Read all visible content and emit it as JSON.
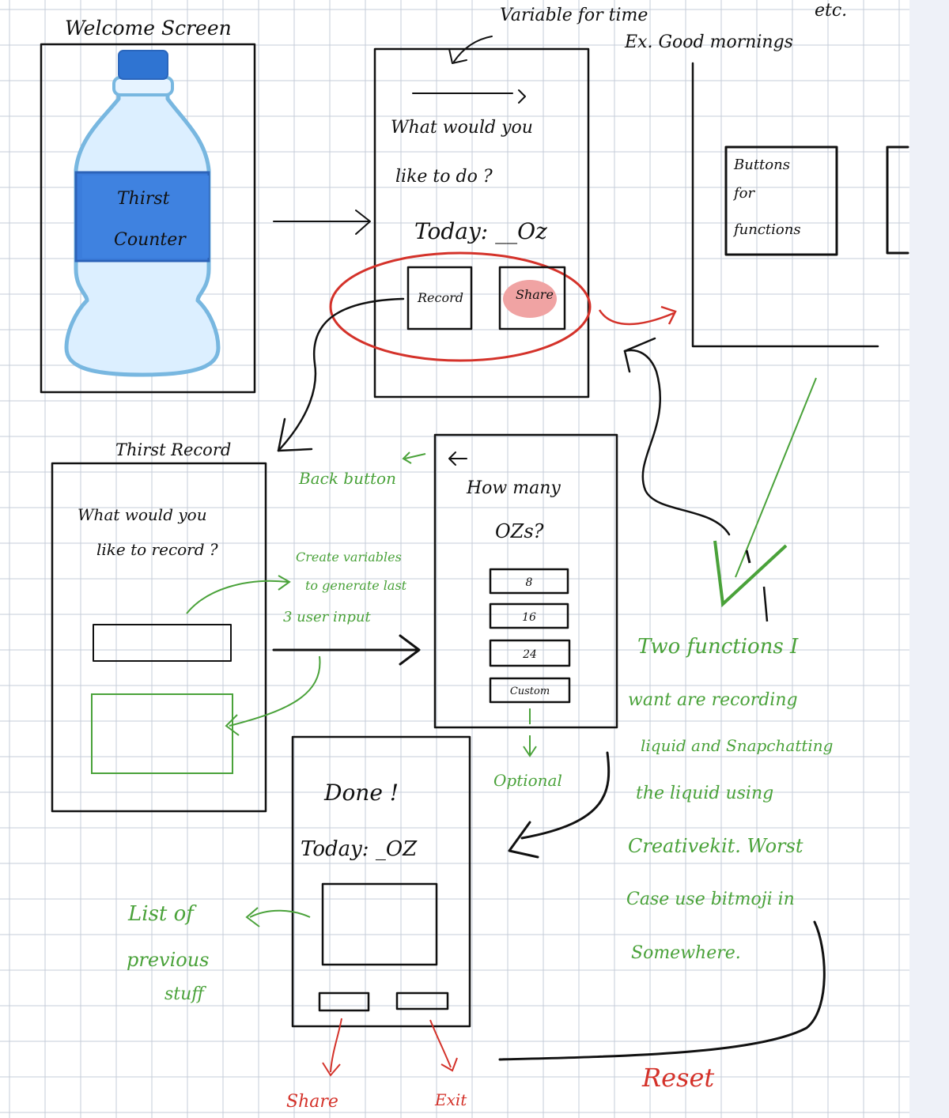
{
  "colors": {
    "grid": "#c6ccd8",
    "ink": "#111111",
    "green": "#4aa23a",
    "red": "#d4322a",
    "bottle_light": "#dcefff",
    "bottle_outline": "#78b7e0",
    "bottle_cap": "#2f74d2",
    "bottle_label": "#3b7ddc",
    "share_highlight": "#f0a3a3"
  },
  "welcome": {
    "title": "Welcome Screen",
    "label_line1": "Thirst",
    "label_line2": "Counter"
  },
  "home": {
    "annotation": "Variable for time",
    "annotation2": "etc.",
    "annotation_example": "Ex. Good mornings",
    "question_line1": "What would you",
    "question_line2": "like to do ?",
    "today": "Today: __Oz",
    "record_button": "Record",
    "share_button": "Share"
  },
  "share_screen": {
    "buttons_note_line1": "Buttons",
    "buttons_note_line2": "for",
    "buttons_note_line3": "functions"
  },
  "record": {
    "title": "Thirst Record",
    "question_line1": "What would you",
    "question_line2": "like to record ?"
  },
  "notes": {
    "back_button": "Back button",
    "variables_line1": "Create variables",
    "variables_line2": "to generate last",
    "variables_line3": "3 user input",
    "optional": "Optional",
    "list_line1": "List of",
    "list_line2": "previous",
    "list_line3": "stuff",
    "functions_line1": "Two functions I",
    "functions_line2": "want are recording",
    "functions_line3": "liquid and Snapchatting",
    "functions_line4": "the liquid using",
    "functions_line5": "Creativekit. Worst",
    "functions_line6": "Case use bitmoji in",
    "functions_line7": "Somewhere.",
    "reset": "Reset",
    "share": "Share",
    "exit": "Exit"
  },
  "ounces": {
    "question_line1": "How many",
    "question_line2": "OZs?",
    "options": [
      "8",
      "16",
      "24",
      "Custom"
    ]
  },
  "done": {
    "title": "Done !",
    "today": "Today: _OZ"
  }
}
